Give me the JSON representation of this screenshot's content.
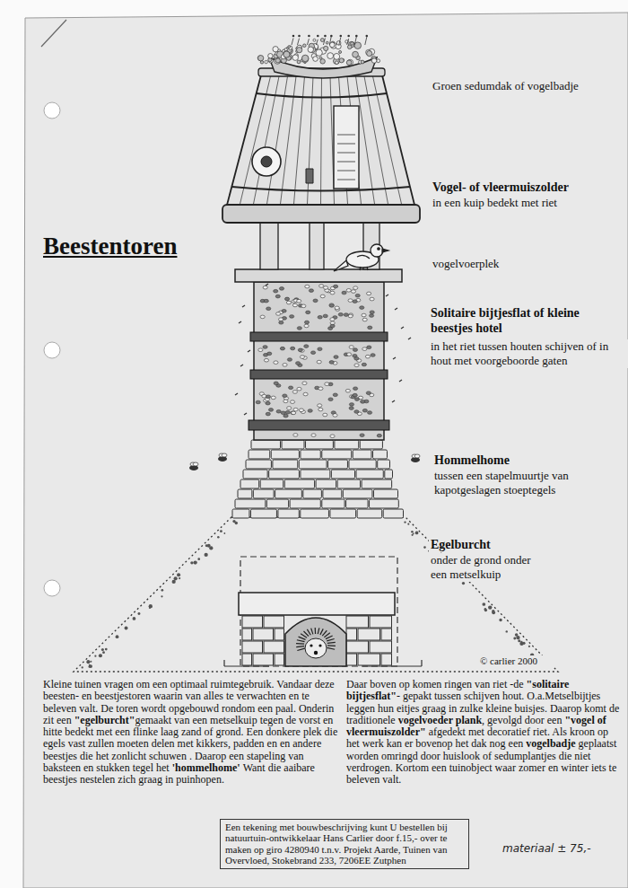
{
  "diagram": {
    "title": "Beestentoren",
    "nodes": [
      {
        "text": [
          "Een tekening met bouwbeschrijving kunt U bestellen bij natuurtuin-ontwikkelaar Hans Carlier door f.15,- over te maken op giro 4280940 t.n.v. Projekt Aarde, Tuinen van Overvloed, Stokebrand 233, 7206EE Zutphen"
        ]
      }
    ],
    "labels": [
      "Groen sedumdak of vogelbadje",
      "Vogel- of vleermuiszolder",
      "in een kuip bedekt met riet",
      "vogelvoerplek",
      "Solitaire bijtjesflat of kleine beestjes hotel",
      "in het riet tussen houten schijven of in hout met voorgeboorde gaten",
      "Hommelhome",
      "tussen een stapelmuurtje van kapotgeslagen stoeptegels",
      "Egelburcht",
      "onder de grond onder een metselkuip",
      "© carlier 2000",
      "Kleine tuinen vragen om een optimaal ruimtegebruik. Vandaar deze beesten- en beestjestoren waarin van alles te verwachten en te beleven valt. De toren wordt opgebouwd rondom een paal. Onderin zit een",
      "\"egelburcht\"",
      "gemaakt van een metselkuip tegen de vorst en hitte bedekt met een flinke laag zand of grond. Een donkere plek die egels vast zullen moeten delen met kikkers, padden en en andere beestjes die het zonlicht schuwen . Daarop een stapeling van baksteen en stukken tegel het",
      "'hommelhome'",
      "Want die aaibare beestjes nestelen zich graag in puinhopen.",
      "Daar boven op komen ringen van riet -de",
      "\"solitaire bijtjesflat\"",
      "- gepakt tussen schijven hout. O.a.Metselbijtjes leggen hun eitjes graag in zulke kleine buisjes. Daarop komt de traditionele",
      "vogelvoeder plank",
      ", gevolgd door een",
      "\"vogel of vleermuiszolder\"",
      "afgedekt met decoratief riet. Als kroon op het werk kan er bovenop het dak nog een",
      "vogelbadje",
      "geplaatst worden omringd door huislook of sedumplantjes die niet verdrogen. Kortom een tuinobject waar zomer en winter iets te beleven valt.",
      "materiaal ± 75,-"
    ]
  }
}
